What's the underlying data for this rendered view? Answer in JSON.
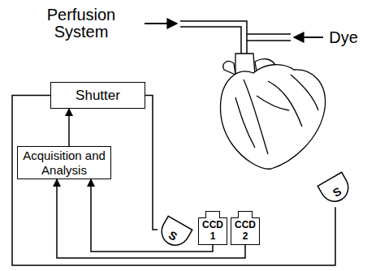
{
  "diagram": {
    "nodes": [
      {
        "text": [
          "Shutter"
        ]
      },
      {
        "text": [
          "Acquisition and Analysis"
        ]
      },
      {
        "text": [
          "S"
        ]
      },
      {
        "text": [
          "CCD 1"
        ]
      },
      {
        "text": [
          "CCD 2"
        ]
      },
      {
        "text": [
          "S"
        ]
      }
    ],
    "edges": [
      {
        "from": 1,
        "to": 0,
        "arrow": "to"
      },
      {
        "from": 0,
        "to": 2,
        "arrow": "none"
      },
      {
        "from": 0,
        "to": 5,
        "arrow": "none"
      },
      {
        "from": 3,
        "to": 1,
        "arrow": "to"
      },
      {
        "from": 4,
        "to": 1,
        "arrow": "to"
      }
    ],
    "labels": [
      "Perfusion System",
      "Dye"
    ]
  }
}
